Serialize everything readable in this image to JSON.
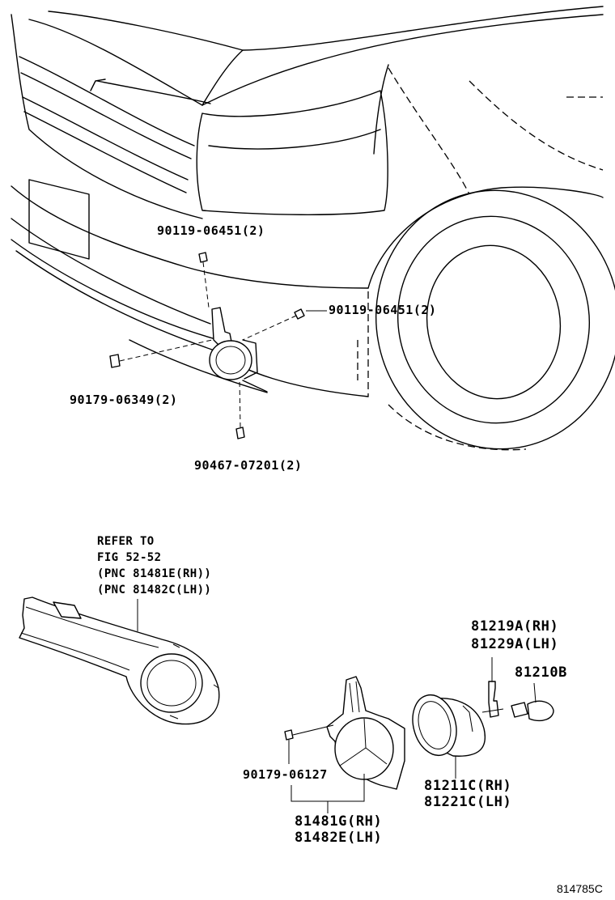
{
  "callouts": {
    "top_bolt": "90119-06451(2)",
    "side_bolt": "90119-06451(2)",
    "clip_left": "90179-06349(2)",
    "screw_bottom": "90467-07201(2)",
    "refer_line1": "REFER TO",
    "refer_line2": "FIG 52-52",
    "refer_line3": "(PNC 81481E(RH))",
    "refer_line4": "(PNC 81482C(LH))",
    "socket_rh": "81219A(RH)",
    "socket_lh": "81229A(LH)",
    "bulb": "81210B",
    "clip_small": "90179-06127",
    "bracket_rh": "81481G(RH)",
    "bracket_lh": "81482E(LH)",
    "lamp_rh": "81211C(RH)",
    "lamp_lh": "81221C(LH)"
  },
  "drawing_code": "814785C"
}
